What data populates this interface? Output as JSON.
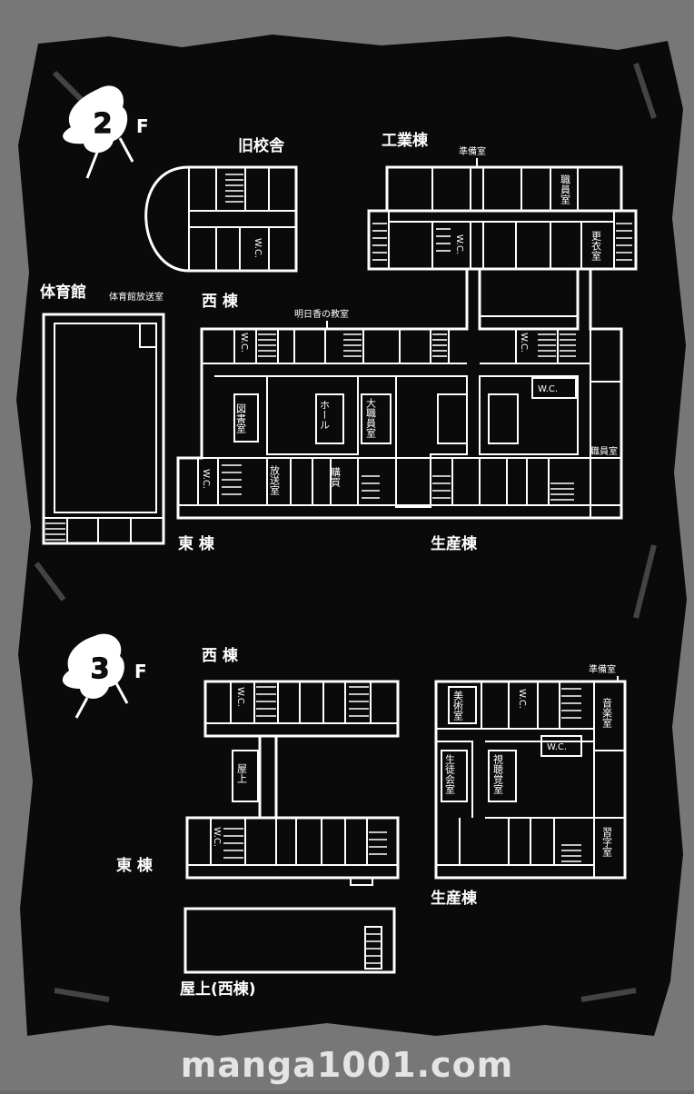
{
  "floors": [
    {
      "number": "2",
      "suffix": "F"
    },
    {
      "number": "3",
      "suffix": "F"
    }
  ],
  "buildings_2f": {
    "old_school": "旧校舎",
    "industrial": "工業棟",
    "gym": "体育館",
    "west": "西 棟",
    "east": "東 棟",
    "production": "生産棟"
  },
  "rooms_2f": {
    "prep_room": "準備室",
    "staff_room_top": "職員室",
    "changing_room": "更衣室",
    "wc_old": "W.C.",
    "wc_industrial": "W.C.",
    "gym_broadcast": "体育館放送室",
    "asuka_classroom": "明日香の教室",
    "wc_west": "W.C.",
    "wc_production": "W.C.",
    "wc_production2": "W.C.",
    "library": "図書室",
    "hall": "ホール",
    "main_staff_room": "大職員室",
    "wc_east": "W.C.",
    "broadcast_room": "放送室",
    "store": "購買",
    "staff_room_side": "職員室"
  },
  "buildings_3f": {
    "west": "西 棟",
    "east": "東 棟",
    "production": "生産棟",
    "rooftop_west": "屋上(西棟)"
  },
  "rooms_3f": {
    "prep_room": "準備室",
    "art_room": "美術室",
    "wc_prod": "W.C.",
    "music_room": "音楽室",
    "wc_prod2": "W.C.",
    "student_council": "生徒会室",
    "av_room": "視聴覚室",
    "calligraphy_room": "習字室",
    "wc_west": "W.C.",
    "rooftop": "屋上",
    "wc_east": "W.C."
  },
  "watermark": "manga1001.com"
}
